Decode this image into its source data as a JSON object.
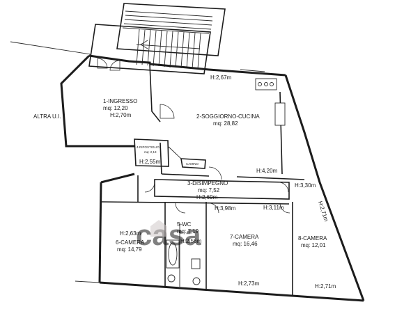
{
  "adjacent_unit": "ALTRA U.I.",
  "rooms": [
    {
      "id": "ingresso",
      "name": "1-INGRESSO",
      "area": "mq: 12,20",
      "height": "H:2,70m"
    },
    {
      "id": "soggiorno",
      "name": "2-SOGGIORNO-CUCINA",
      "area": "mq: 28,82"
    },
    {
      "id": "disimpegno",
      "name": "3-DISIMPEGNO",
      "area": "mq: 7,52",
      "height": "H:2,69m"
    },
    {
      "id": "ripostiglio",
      "name": "4-RIPOSTIGLIO",
      "area": "mq: 2,13"
    },
    {
      "id": "wc",
      "name": "5-WC",
      "area": "mq: 7,19"
    },
    {
      "id": "camera6",
      "name": "6-CAMERA",
      "area": "mq: 14,79"
    },
    {
      "id": "camera7",
      "name": "7-CAMERA",
      "area": "mq: 16,46"
    },
    {
      "id": "camera8",
      "name": "8-CAMERA",
      "area": "mq: 12,01"
    }
  ],
  "heights": {
    "soggiorno_top": "H:2,67m",
    "soggiorno_right": "H:4,20m",
    "ripostiglio": "H:2,55m",
    "disimpegno_right": "H:3,30m",
    "diagonal": "H:2,71m",
    "wc_top": "H:3,98m",
    "camera7_top": "H:3,11m",
    "camera6": "H:2,63m",
    "wc": "H:2,56m",
    "camera7_bottom": "H:2,73m",
    "camera8_bottom": "H:2,71m"
  },
  "camino": "CAMINO",
  "colors": {
    "wall": "#1c1c1c",
    "watermark": "#cfc8c8",
    "background": "#ffffff"
  }
}
